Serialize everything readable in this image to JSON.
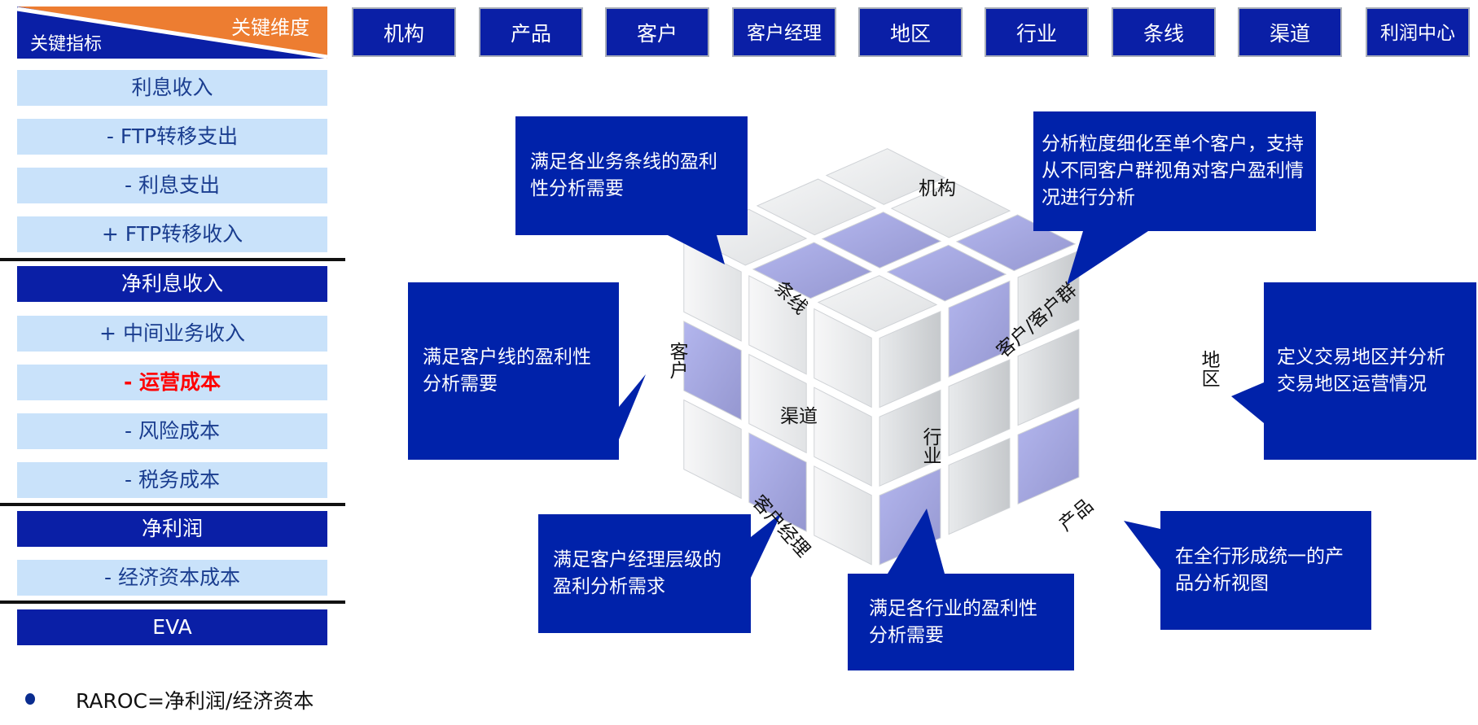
{
  "header": {
    "left_label": "关键指标",
    "right_label": "关键维度"
  },
  "metrics": [
    {
      "label": "利息收入",
      "style": "light"
    },
    {
      "label": "- FTP转移支出",
      "style": "light"
    },
    {
      "label": "- 利息支出",
      "style": "light"
    },
    {
      "label": "+ FTP转移收入",
      "style": "light"
    },
    {
      "label": "净利息收入",
      "style": "dark"
    },
    {
      "label": "+ 中间业务收入",
      "style": "light"
    },
    {
      "label": "- 运营成本",
      "style": "highlight"
    },
    {
      "label": "- 风险成本",
      "style": "light"
    },
    {
      "label": "- 税务成本",
      "style": "light"
    },
    {
      "label": "净利润",
      "style": "dark"
    },
    {
      "label": "- 经济资本成本",
      "style": "light"
    },
    {
      "label": "EVA",
      "style": "dark"
    }
  ],
  "footnote": "RAROC=净利润/经济资本",
  "dimensions": [
    "机构",
    "产品",
    "客户",
    "客户经理",
    "地区",
    "行业",
    "条线",
    "渠道",
    "利润中心"
  ],
  "cube_labels": {
    "org": "机构",
    "line": "条线",
    "customer": "客户",
    "channel": "渠道",
    "customer_group": "客户/客户群",
    "region": "地区",
    "industry": "行业",
    "manager": "客户经理",
    "product": "产品"
  },
  "callouts": {
    "line": "满足各业务条线的盈利性分析需要",
    "customer_group": "分析粒度细化至单个客户，支持从不同客户群视角对客户盈利情况进行分析",
    "customer": "满足客户线的盈利性分析需要",
    "region": "定义交易地区并分析交易地区运营情况",
    "manager": "满足客户经理层级的盈利分析需求",
    "industry": "满足各行业的盈利性分析需要",
    "product": "在全行形成统一的产品分析视图"
  },
  "colors": {
    "navy": "#0a1fa6",
    "orange": "#ed7d31",
    "light": "#c9e2fa",
    "callout": "#0022aa",
    "highlight": "#ff0000"
  }
}
